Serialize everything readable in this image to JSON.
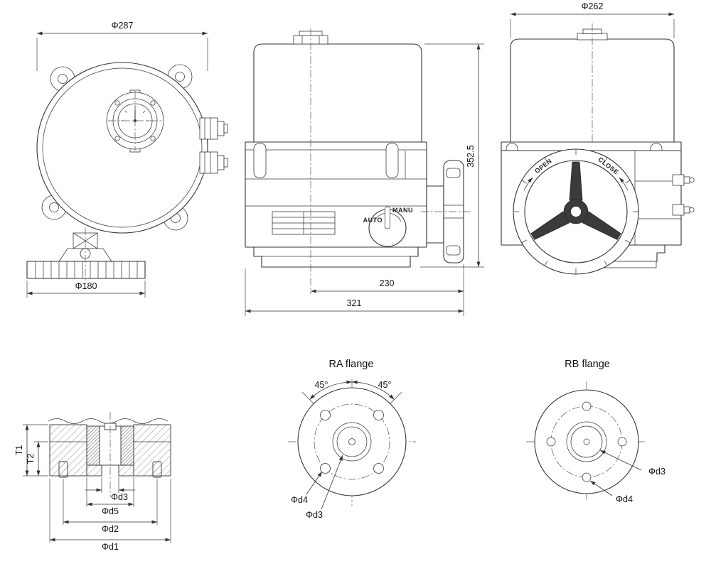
{
  "meta": {
    "background": "#ffffff",
    "line_color": "#333333"
  },
  "front_view": {
    "dim_top": "Φ287",
    "dim_base": "Φ180"
  },
  "side_view": {
    "dim_height": "352.5",
    "dim_center_to_flange": "230",
    "dim_overall": "321",
    "selector": {
      "manu": "MANU",
      "auto": "AUTO"
    }
  },
  "rear_view": {
    "dim_top": "Φ262",
    "handwheel_open": "OPEN",
    "handwheel_close": "CLOSE"
  },
  "section_view": {
    "t1": "T1",
    "t2": "T2",
    "d3": "Φd3",
    "d5": "Φd5",
    "d2": "Φd2",
    "d1": "Φd1"
  },
  "ra_flange": {
    "title": "RA flange",
    "angle_left": "45°",
    "angle_right": "45°",
    "d4": "Φd4",
    "d3": "Φd3"
  },
  "rb_flange": {
    "title": "RB flange",
    "d3": "Φd3",
    "d4": "Φd4"
  }
}
